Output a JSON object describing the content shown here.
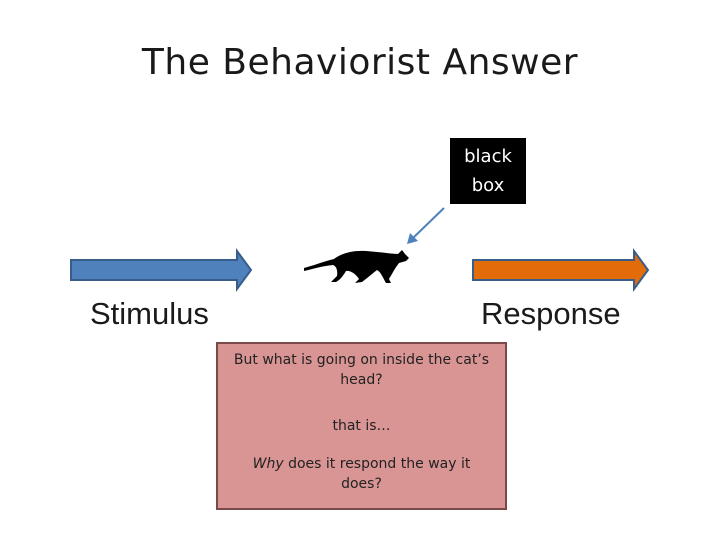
{
  "slide": {
    "title": "The Behaviorist Answer"
  },
  "black_box": {
    "line1": "black",
    "line2": "box"
  },
  "labels": {
    "stimulus": "Stimulus",
    "response": "Response"
  },
  "note": {
    "question": "But what is going on inside the cat’s head?",
    "that_is": "that is…",
    "why_em": "Why",
    "why_rest": " does it respond the way it does?"
  },
  "colors": {
    "stimulus_arrow": "#4f81bd",
    "response_arrow": "#e36c0a",
    "pointer_arrow": "#4f81bd",
    "note_fill": "#d99594",
    "black_box": "#000000"
  },
  "icons": {
    "animal": "cat-silhouette-icon"
  }
}
